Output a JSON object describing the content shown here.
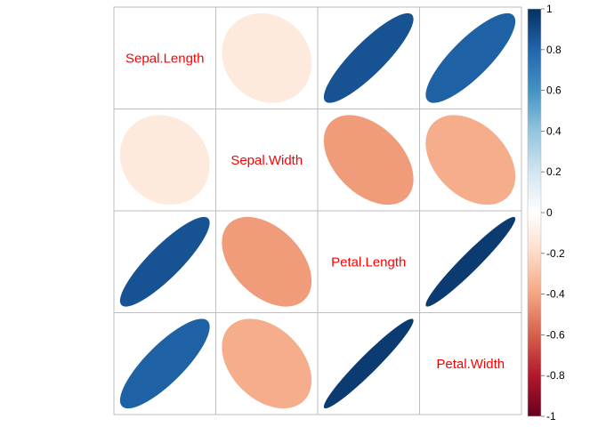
{
  "chart_data": {
    "type": "heatmap",
    "variables": [
      "Sepal.Length",
      "Sepal.Width",
      "Petal.Length",
      "Petal.Width"
    ],
    "matrix": [
      [
        1.0,
        -0.12,
        0.87,
        0.82
      ],
      [
        -0.12,
        1.0,
        -0.43,
        -0.37
      ],
      [
        0.87,
        -0.43,
        1.0,
        0.96
      ],
      [
        0.82,
        -0.37,
        0.96,
        1.0
      ]
    ],
    "colorbar": {
      "range": [
        -1,
        1
      ],
      "ticks": [
        "1",
        "0.8",
        "0.6",
        "0.4",
        "0.2",
        "0",
        "-0.2",
        "-0.4",
        "-0.6",
        "-0.8",
        "-1"
      ]
    },
    "label_color": "#FF0000",
    "palette": [
      "#67001F",
      "#B2182B",
      "#D6604D",
      "#F4A582",
      "#FDDBC7",
      "#FFFFFF",
      "#D1E5F0",
      "#92C5DE",
      "#4393C3",
      "#2166AC",
      "#053061"
    ]
  }
}
